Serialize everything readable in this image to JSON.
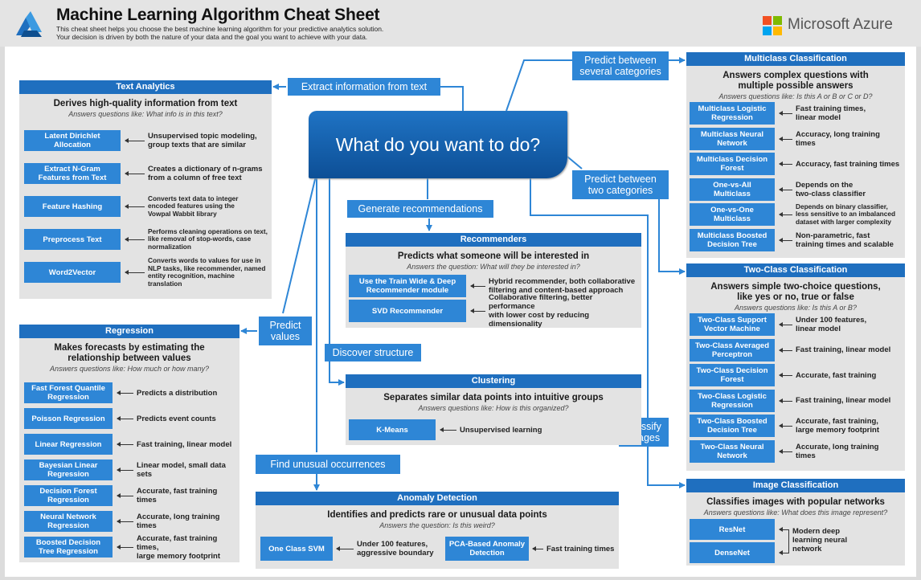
{
  "header": {
    "title": "Machine Learning Algorithm Cheat Sheet",
    "subtitle_line1": "This cheat sheet helps you choose the best machine learning algorithm for your predictive analytics solution.",
    "subtitle_line2": "Your decision is driven by both the nature of your data and the goal you want to achieve with your data.",
    "brand": "Microsoft Azure",
    "logo_icon": "azure-ml-logo-icon",
    "brand_icon": "microsoft-logo-icon"
  },
  "colors": {
    "panel_header": "#1f6fbf",
    "algo_button": "#2e86d6",
    "goal_box": "#2e86d6",
    "connector": "#2e86d6",
    "panel_background": "#e3e3e3",
    "ms_red": "#f25022",
    "ms_green": "#7fba00",
    "ms_blue": "#00a4ef",
    "ms_yellow": "#ffb900"
  },
  "center_question": "What do you want to do?",
  "goals": {
    "extract_text": "Extract information from text",
    "several_categories": [
      "Predict between",
      "several categories"
    ],
    "two_categories": [
      "Predict between",
      "two categories"
    ],
    "recommendations": "Generate recommendations",
    "predict_values": [
      "Predict",
      "values"
    ],
    "discover_structure": "Discover structure",
    "classify_images": [
      "Classify",
      "images"
    ],
    "unusual": "Find unusual occurrences"
  },
  "panels": {
    "text_analytics": {
      "title": "Text Analytics",
      "desc": [
        "Derives high-quality information from text"
      ],
      "question": "Answers questions like: What info is in this text?",
      "items": [
        {
          "name": [
            "Latent Dirichlet",
            "Allocation"
          ],
          "desc": [
            "Unsupervised topic modeling,",
            "group texts that are similar"
          ]
        },
        {
          "name": [
            "Extract N-Gram",
            "Features from Text"
          ],
          "desc": [
            "Creates a dictionary of n-grams",
            "from a column of free text"
          ]
        },
        {
          "name": [
            "Feature Hashing"
          ],
          "desc": [
            "Converts text data to integer",
            "encoded features using the",
            "Vowpal Wabbit library"
          ]
        },
        {
          "name": [
            "Preprocess Text"
          ],
          "desc": [
            "Performs cleaning operations on text,",
            "like removal of stop-words, case",
            "normalization"
          ]
        },
        {
          "name": [
            "Word2Vector"
          ],
          "desc": [
            "Converts words to values for use in",
            "NLP tasks, like recommender, named",
            "entity recognition, machine",
            "translation"
          ]
        }
      ]
    },
    "regression": {
      "title": "Regression",
      "desc": [
        "Makes forecasts by estimating the",
        "relationship between values"
      ],
      "question": "Answers questions like: How much or how many?",
      "items": [
        {
          "name": [
            "Fast Forest Quantile",
            "Regression"
          ],
          "desc": [
            "Predicts a distribution"
          ]
        },
        {
          "name": [
            "Poisson Regression"
          ],
          "desc": [
            "Predicts event counts"
          ]
        },
        {
          "name": [
            "Linear Regression"
          ],
          "desc": [
            "Fast training, linear model"
          ]
        },
        {
          "name": [
            "Bayesian Linear",
            "Regression"
          ],
          "desc": [
            "Linear model, small data sets"
          ]
        },
        {
          "name": [
            "Decision Forest",
            "Regression"
          ],
          "desc": [
            "Accurate, fast training times"
          ]
        },
        {
          "name": [
            "Neural Network",
            "Regression"
          ],
          "desc": [
            "Accurate, long training times"
          ]
        },
        {
          "name": [
            "Boosted Decision",
            "Tree Regression"
          ],
          "desc": [
            "Accurate, fast training times,",
            "large memory footprint"
          ]
        }
      ]
    },
    "recommenders": {
      "title": "Recommenders",
      "desc": [
        "Predicts what someone will be interested in"
      ],
      "question": "Answers the question: What will they be interested in?",
      "items": [
        {
          "name": [
            "Use the Train Wide & Deep",
            "Recommender module"
          ],
          "desc": [
            "Hybrid recommender, both collaborative",
            "filtering and content-based approach"
          ]
        },
        {
          "name": [
            "SVD Recommender"
          ],
          "desc": [
            "Collaborative filtering, better performance",
            "with lower cost by reducing dimensionality"
          ]
        }
      ]
    },
    "clustering": {
      "title": "Clustering",
      "desc": [
        "Separates similar data points into intuitive groups"
      ],
      "question": "Answers questions like: How is this organized?",
      "items": [
        {
          "name": [
            "K-Means"
          ],
          "desc": [
            "Unsupervised learning"
          ]
        }
      ]
    },
    "anomaly": {
      "title": "Anomaly Detection",
      "desc": [
        "Identifies and predicts rare or unusual data points"
      ],
      "question": "Answers the question: Is this weird?",
      "items": [
        {
          "name": [
            "One Class SVM"
          ],
          "desc": [
            "Under 100 features,",
            "aggressive boundary"
          ]
        },
        {
          "name": [
            "PCA-Based Anomaly",
            "Detection"
          ],
          "desc": [
            "Fast training times"
          ]
        }
      ]
    },
    "multiclass": {
      "title": "Multiclass Classification",
      "desc": [
        "Answers complex questions with",
        "multiple possible answers"
      ],
      "question": "Answers questions like: Is this A or B or C or D?",
      "items": [
        {
          "name": [
            "Multiclass Logistic",
            "Regression"
          ],
          "desc": [
            "Fast training times,",
            "linear model"
          ]
        },
        {
          "name": [
            "Multiclass Neural",
            "Network"
          ],
          "desc": [
            "Accuracy, long training times"
          ]
        },
        {
          "name": [
            "Multiclass Decision",
            "Forest"
          ],
          "desc": [
            "Accuracy, fast training times"
          ]
        },
        {
          "name": [
            "One-vs-All",
            "Multiclass"
          ],
          "desc": [
            "Depends on the",
            "two-class classifier"
          ]
        },
        {
          "name": [
            "One-vs-One",
            "Multiclass"
          ],
          "desc": [
            "Depends on binary classifier,",
            "less sensitive to an imbalanced",
            "dataset with larger complexity"
          ]
        },
        {
          "name": [
            "Multiclass Boosted",
            "Decision Tree"
          ],
          "desc": [
            "Non-parametric, fast",
            "training times and scalable"
          ]
        }
      ]
    },
    "twoclass": {
      "title": "Two-Class Classification",
      "desc": [
        "Answers simple two-choice questions,",
        "like yes or no, true or false"
      ],
      "question": "Answers questions like: Is this A or B?",
      "items": [
        {
          "name": [
            "Two-Class Support",
            "Vector Machine"
          ],
          "desc": [
            "Under 100 features,",
            "linear model"
          ]
        },
        {
          "name": [
            "Two-Class Averaged",
            "Perceptron"
          ],
          "desc": [
            "Fast training, linear model"
          ]
        },
        {
          "name": [
            "Two-Class Decision",
            "Forest"
          ],
          "desc": [
            "Accurate, fast training"
          ]
        },
        {
          "name": [
            "Two-Class Logistic",
            "Regression"
          ],
          "desc": [
            "Fast training, linear model"
          ]
        },
        {
          "name": [
            "Two-Class Boosted",
            "Decision Tree"
          ],
          "desc": [
            "Accurate, fast training,",
            "large memory footprint"
          ]
        },
        {
          "name": [
            "Two-Class Neural",
            "Network"
          ],
          "desc": [
            "Accurate, long training",
            "times"
          ]
        }
      ]
    },
    "image": {
      "title": "Image Classification",
      "desc": [
        "Classifies images with popular networks"
      ],
      "question": "Answers questions like: What does this image represent?",
      "items": [
        {
          "name": [
            "ResNet"
          ],
          "desc": []
        },
        {
          "name": [
            "DenseNet"
          ],
          "desc": []
        }
      ],
      "shared_desc": [
        "Modern deep",
        "learning neural",
        "network"
      ]
    }
  }
}
